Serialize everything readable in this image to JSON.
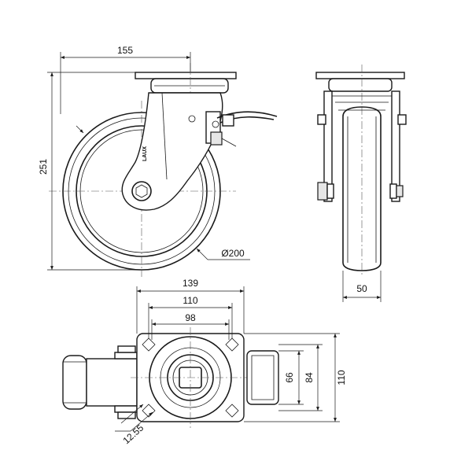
{
  "dimensions": {
    "top_width": "155",
    "height": "251",
    "wheel_diameter": "Ø200",
    "wheel_width": "50",
    "plate_139": "139",
    "plate_110": "110",
    "plate_98": "98",
    "plate_side_110": "110",
    "plate_side_84": "84",
    "plate_side_66": "66",
    "slot": "12.55"
  },
  "logo_text": "LAUX"
}
